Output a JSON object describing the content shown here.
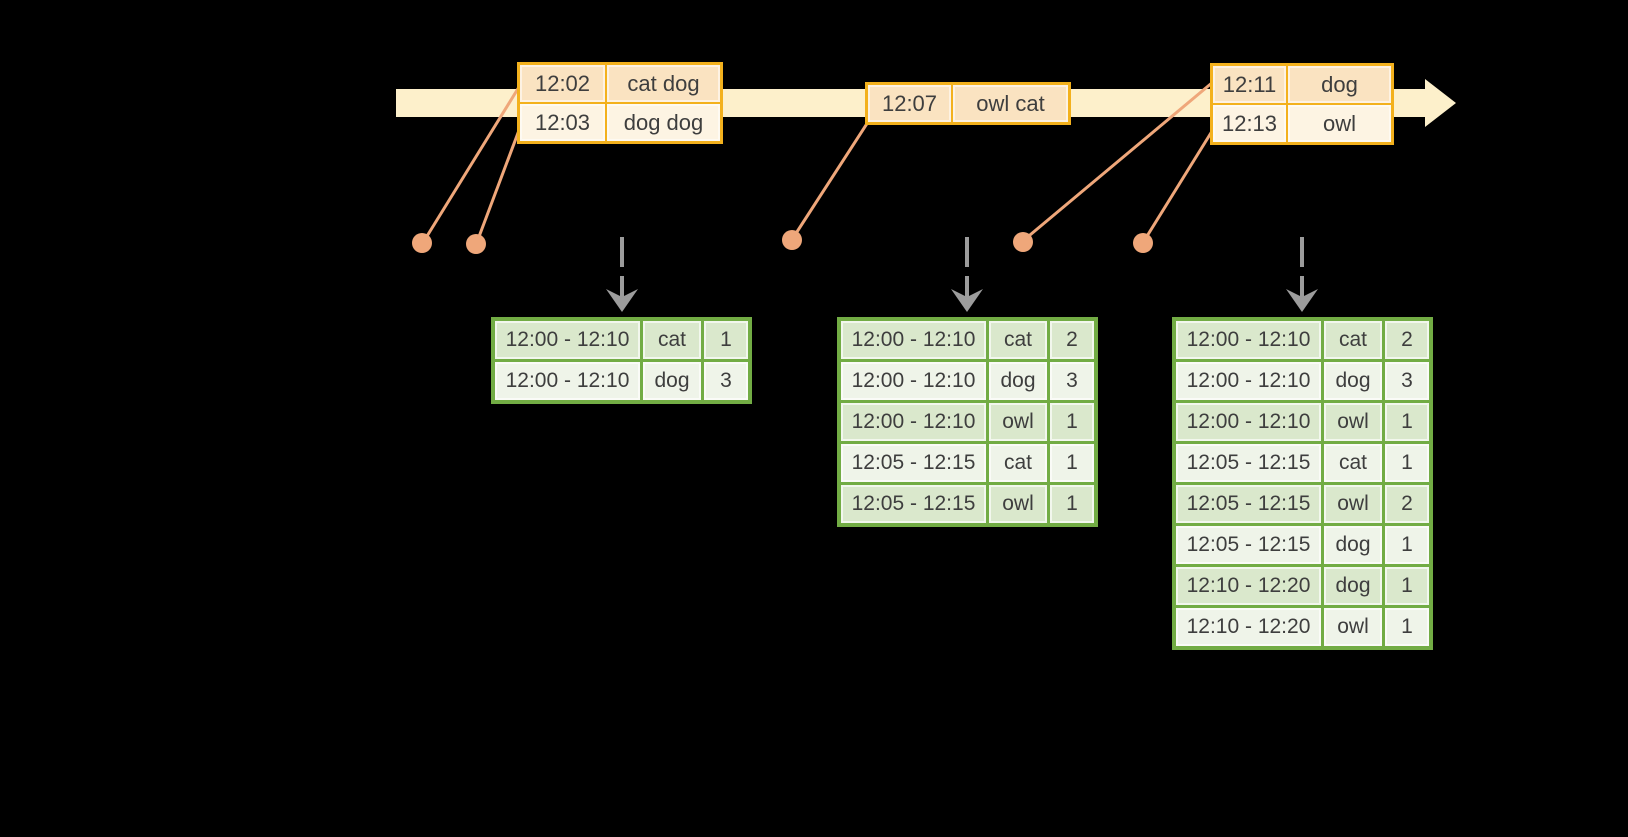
{
  "colors": {
    "bg": "#000000",
    "timeline": "#FDF0CB",
    "event-border": "#F3B11D",
    "event-row-dark": "#FAE3C1",
    "event-row-light": "#FDF4E3",
    "connector": "#EFA77A",
    "gray": "#9C9C9C",
    "result-border": "#72AC44",
    "result-row-dark": "#DAE8CC",
    "result-row-light": "#EFF4E9",
    "text": "#3E3E3E"
  },
  "icons": {
    "timeline_arrow": "block-arrow-right",
    "emit_arrow": "dashed-arrow-down",
    "event_marker": "dot"
  },
  "event_tables": [
    {
      "rows": [
        [
          "12:02",
          "cat dog"
        ],
        [
          "12:03",
          "dog dog"
        ]
      ]
    },
    {
      "rows": [
        [
          "12:07",
          "owl cat"
        ]
      ]
    },
    {
      "rows": [
        [
          "12:11",
          "dog"
        ],
        [
          "12:13",
          "owl"
        ]
      ]
    }
  ],
  "result_tables": [
    {
      "rows": [
        [
          "12:00 - 12:10",
          "cat",
          "1"
        ],
        [
          "12:00 - 12:10",
          "dog",
          "3"
        ]
      ]
    },
    {
      "rows": [
        [
          "12:00 - 12:10",
          "cat",
          "2"
        ],
        [
          "12:00 - 12:10",
          "dog",
          "3"
        ],
        [
          "12:00 - 12:10",
          "owl",
          "1"
        ],
        [
          "12:05 - 12:15",
          "cat",
          "1"
        ],
        [
          "12:05 - 12:15",
          "owl",
          "1"
        ]
      ]
    },
    {
      "rows": [
        [
          "12:00 - 12:10",
          "cat",
          "2"
        ],
        [
          "12:00 - 12:10",
          "dog",
          "3"
        ],
        [
          "12:00 - 12:10",
          "owl",
          "1"
        ],
        [
          "12:05 - 12:15",
          "cat",
          "1"
        ],
        [
          "12:05 - 12:15",
          "owl",
          "2"
        ],
        [
          "12:05 - 12:15",
          "dog",
          "1"
        ],
        [
          "12:10 - 12:20",
          "dog",
          "1"
        ],
        [
          "12:10 - 12:20",
          "owl",
          "1"
        ]
      ]
    }
  ]
}
